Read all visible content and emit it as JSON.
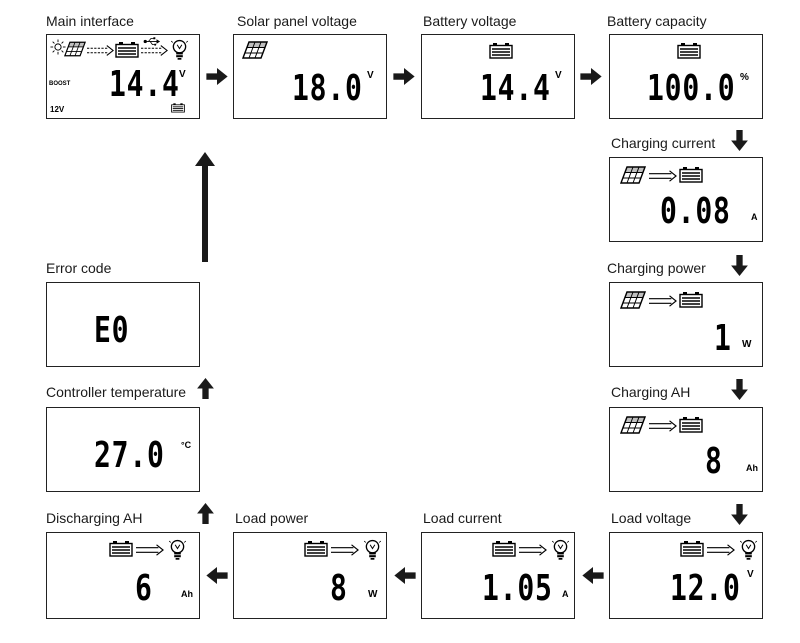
{
  "panels": {
    "main": {
      "label": "Main interface",
      "value": "14.4",
      "unit": "V",
      "boost": "BOOST",
      "system": "12V"
    },
    "solar_voltage": {
      "label": "Solar panel voltage",
      "value": "18.0",
      "unit": "V"
    },
    "battery_voltage": {
      "label": "Battery voltage",
      "value": "14.4",
      "unit": "V"
    },
    "battery_capacity": {
      "label": "Battery capacity",
      "value": "100.0",
      "unit": "%"
    },
    "charging_current": {
      "label": "Charging current",
      "value": "0.08",
      "unit": "A"
    },
    "charging_power": {
      "label": "Charging power",
      "value": "1",
      "unit": "W"
    },
    "charging_ah": {
      "label": "Charging AH",
      "value": "8",
      "unit": "Ah"
    },
    "load_voltage": {
      "label": "Load voltage",
      "value": "12.0",
      "unit": "V"
    },
    "load_current": {
      "label": "Load current",
      "value": "1.05",
      "unit": "A"
    },
    "load_power": {
      "label": "Load power",
      "value": "8",
      "unit": "W"
    },
    "discharging_ah": {
      "label": "Discharging AH",
      "value": "6",
      "unit": "Ah"
    },
    "controller_temp": {
      "label": "Controller temperature",
      "value": "27.0",
      "unit": "°C"
    },
    "error_code": {
      "label": "Error code",
      "value": "E0"
    }
  },
  "icons": {
    "solar": "solar-panel-icon",
    "battery": "battery-icon",
    "bulb": "bulb-icon",
    "flow": "arrow-flow-icon",
    "sun": "sun-icon",
    "usb": "usb-icon"
  }
}
